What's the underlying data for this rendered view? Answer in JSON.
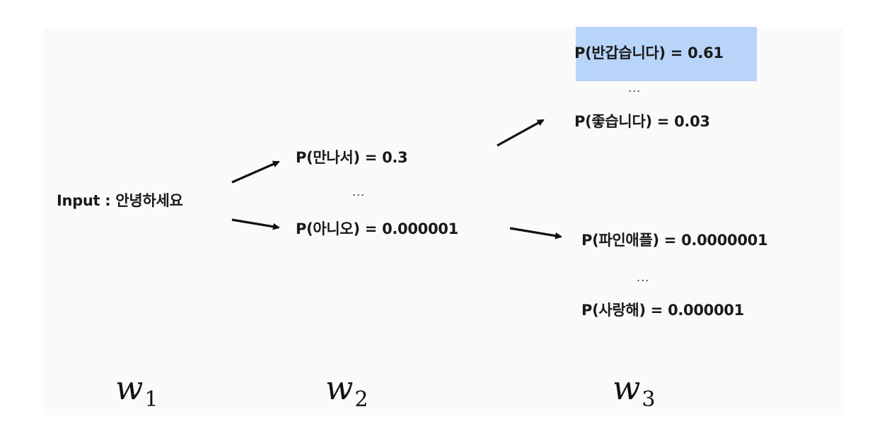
{
  "diagram": {
    "input": "Input : 안녕하세요",
    "level2": {
      "top": "P(만나서) = 0.3",
      "dots": "...",
      "bottom": "P(아니오) = 0.000001"
    },
    "level3_upper": {
      "top": "P(반갑습니다) = 0.61",
      "dots": "...",
      "bottom": "P(좋습니다) = 0.03"
    },
    "level3_lower": {
      "top": "P(파인애플) = 0.0000001",
      "dots": "...",
      "bottom": "P(사랑해) = 0.000001"
    },
    "steps": [
      {
        "symbol": "w",
        "index": "1"
      },
      {
        "symbol": "w",
        "index": "2"
      },
      {
        "symbol": "w",
        "index": "3"
      }
    ],
    "colors": {
      "highlight": "#b9d4f9",
      "text": "#1a1a1a",
      "arrow": "#111111"
    }
  }
}
